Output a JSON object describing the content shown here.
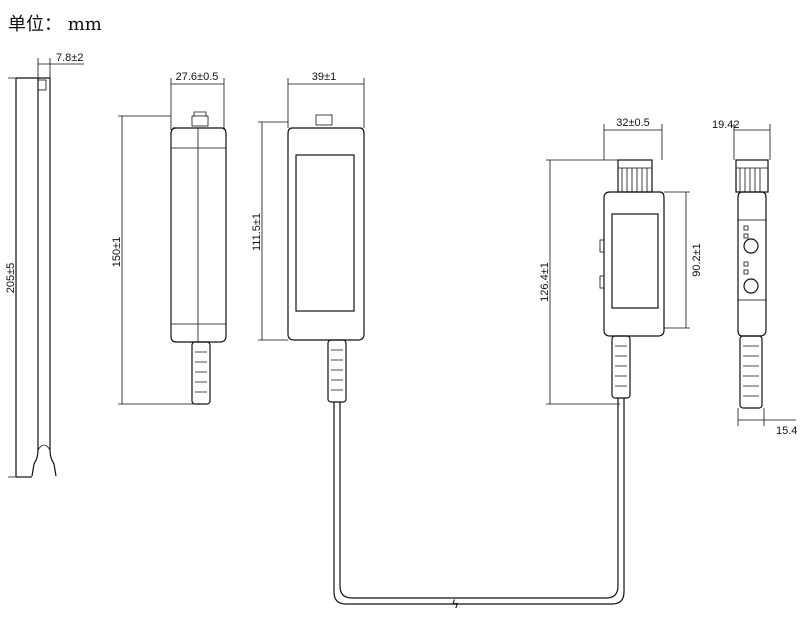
{
  "title": "单位： mm",
  "dimensions": {
    "rod_width": "7.8±2",
    "rod_length": "205±5",
    "side_width": "27.6±0.5",
    "side_height": "150±1",
    "front_width": "39±1",
    "front_height": "111.5±1",
    "unit_width": "32±0.5",
    "unit_total_height": "126.4±1",
    "unit_body_height": "90.2±1",
    "narrow_width": "19.42",
    "narrow_base": "15.4"
  },
  "cable_mark": "ϟ"
}
